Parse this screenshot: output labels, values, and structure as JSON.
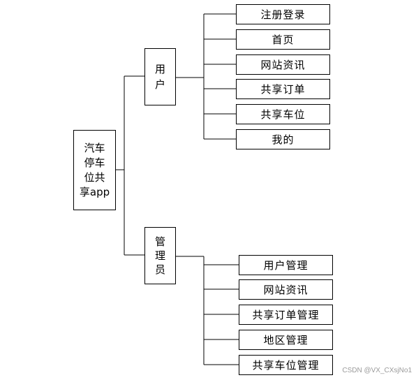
{
  "diagram": {
    "root": {
      "lines": [
        "汽车",
        "停车",
        "位共",
        "享app"
      ]
    },
    "user": {
      "lines": [
        "用",
        "户"
      ],
      "items": [
        "注册登录",
        "首页",
        "网站资讯",
        "共享订单",
        "共享车位",
        "我的"
      ]
    },
    "admin": {
      "lines": [
        "管",
        "理",
        "员"
      ],
      "items": [
        "用户管理",
        "网站资讯",
        "共享订单管理",
        "地区管理",
        "共享车位管理"
      ]
    }
  },
  "watermark": "CSDN @VX_CXsjNo1"
}
